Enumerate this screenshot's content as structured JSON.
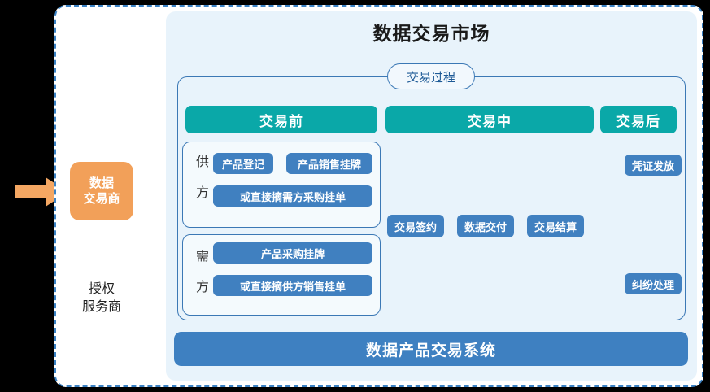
{
  "diagram": {
    "title": "数据交易市场",
    "process_group_legend": "交易过程",
    "stages": [
      {
        "id": "pre",
        "label": "交易前"
      },
      {
        "id": "mid",
        "label": "交易中"
      },
      {
        "id": "post",
        "label": "交易后"
      }
    ],
    "parties": {
      "supply": {
        "label_line1": "供",
        "label_line2": "方",
        "steps": [
          "产品登记",
          "产品销售挂牌"
        ],
        "alternative": "或直接摘需方采购挂单"
      },
      "demand": {
        "label_line1": "需",
        "label_line2": "方",
        "steps": [
          "产品采购挂牌"
        ],
        "alternative": "或直接摘供方销售挂单"
      }
    },
    "transaction_flow": [
      "交易签约",
      "数据交付",
      "交易结算"
    ],
    "outcomes": [
      "凭证发放",
      "纠纷处理"
    ],
    "system_bar": "数据产品交易系统",
    "trader_node": {
      "line1": "数据",
      "line2": "交易商"
    },
    "authorized_provider": {
      "line1": "授权",
      "line2": "服务商"
    },
    "colors": {
      "teal": "#0aa8a8",
      "blue": "#4080c0",
      "system_blue": "#3e80c1",
      "orange": "#f2a059",
      "panel_bg": "#e8f3fb",
      "dashed_border": "#3b82c4",
      "group_border": "#3b78b5"
    }
  }
}
